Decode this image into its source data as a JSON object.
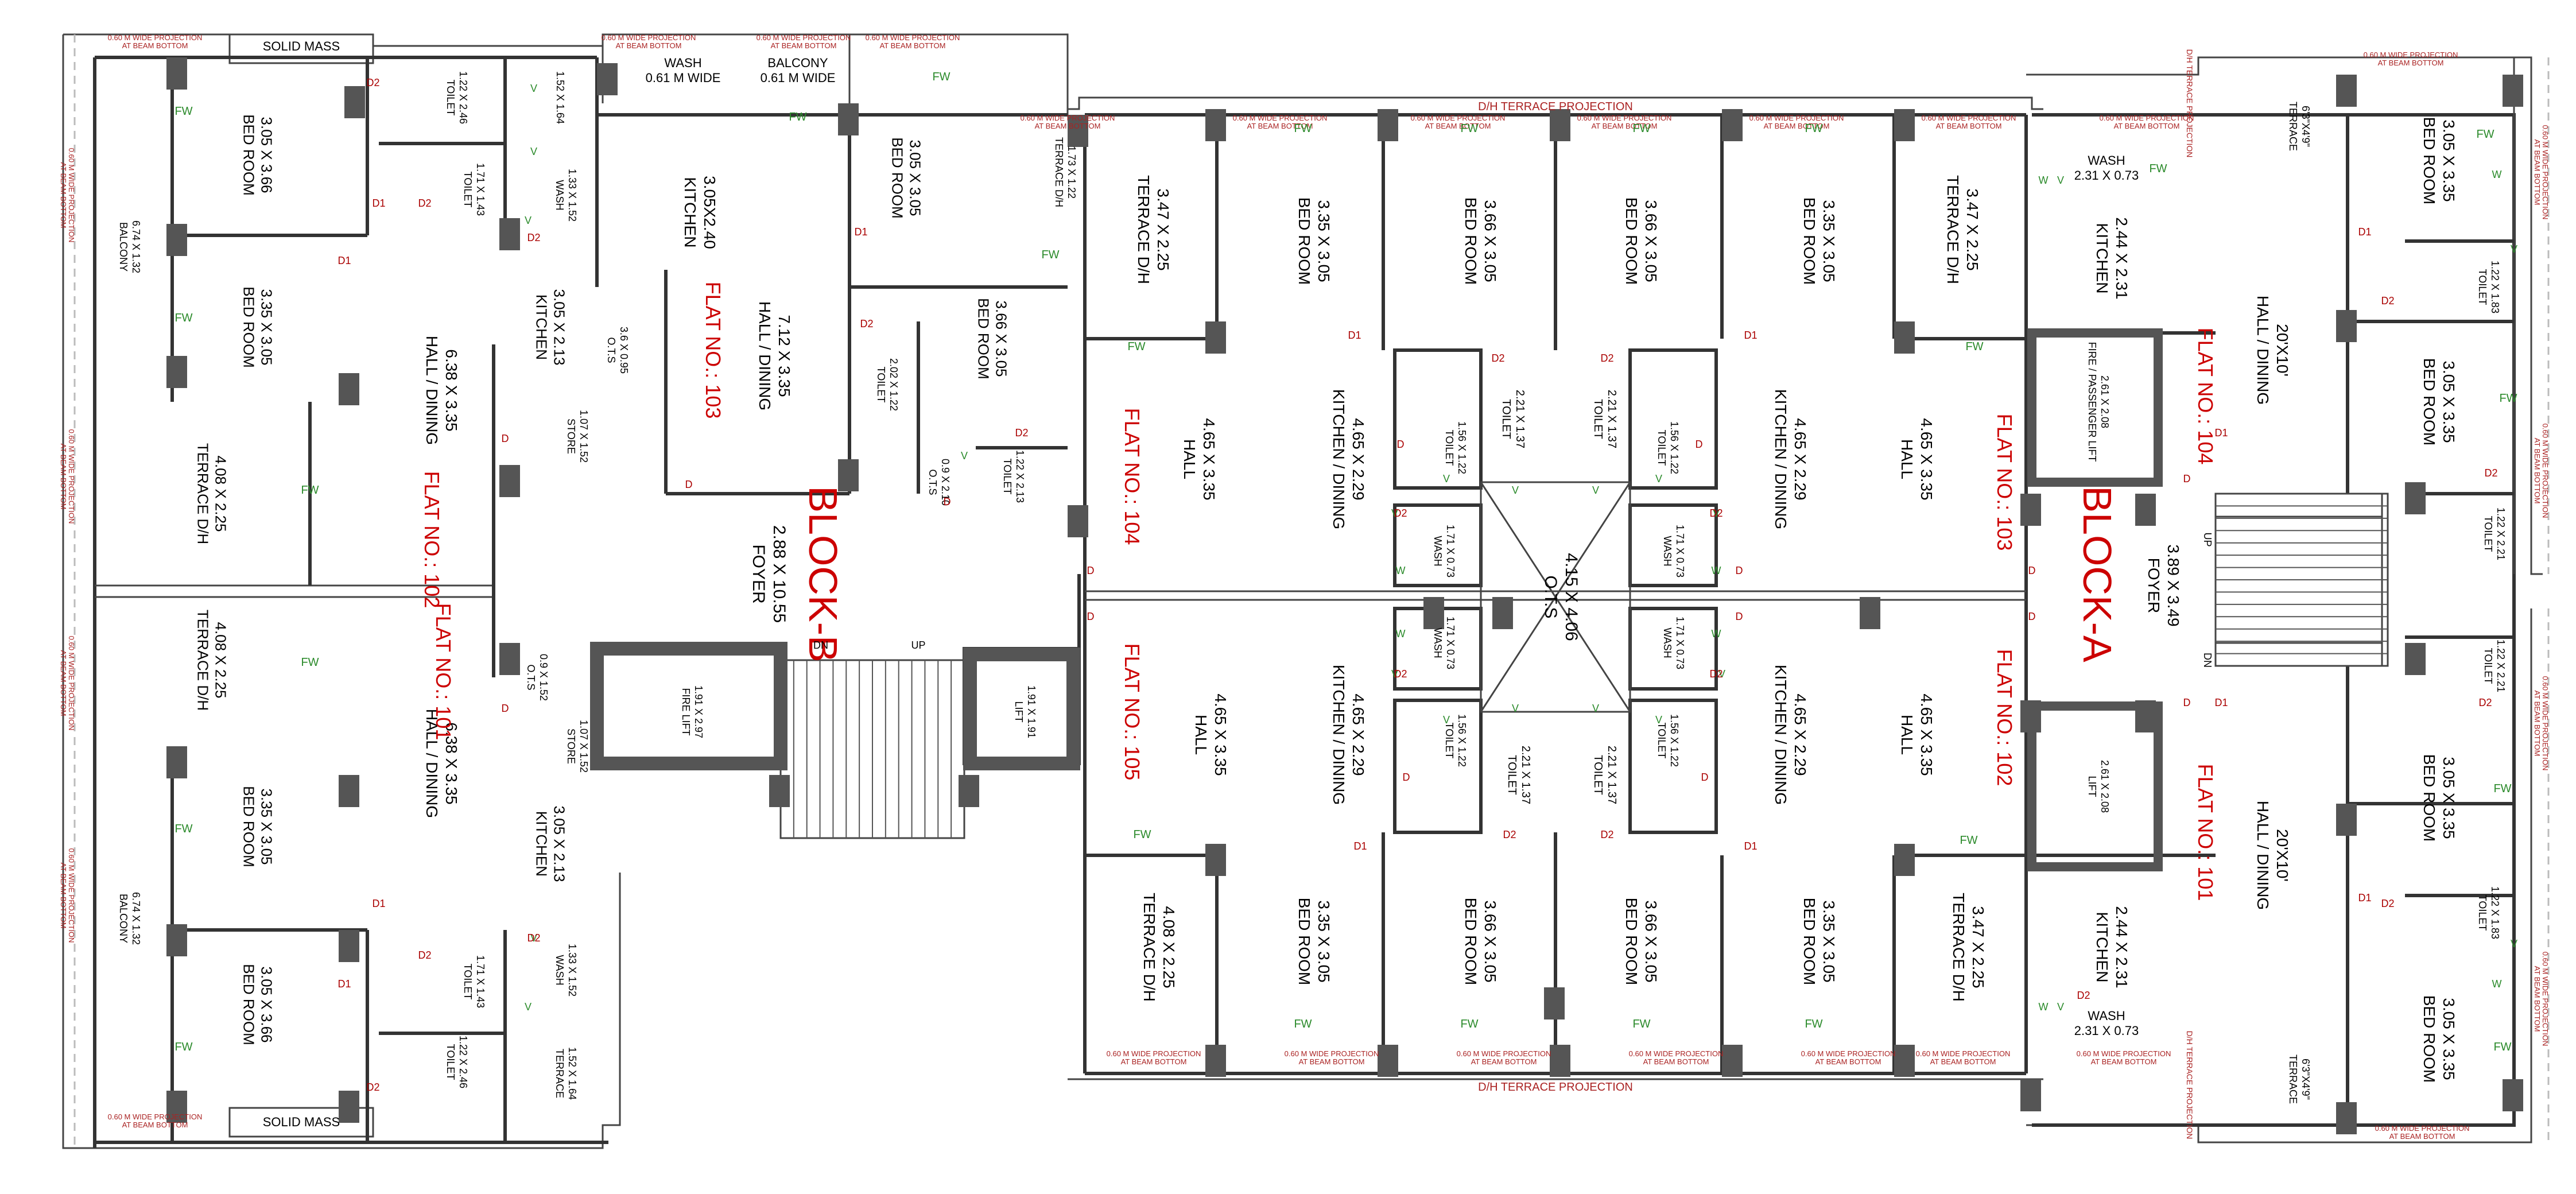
{
  "colors": {
    "wall": "#333333",
    "column": "#555555",
    "room_text": "#000000",
    "flat_text": "#cc0000",
    "fw_text": "#2a8a2a",
    "door_text": "#aa0000",
    "projection_text": "#aa2222",
    "background": "#ffffff"
  },
  "blocks": {
    "block_a": "BLOCK-A",
    "block_b": "BLOCK-B"
  },
  "flats": {
    "b101": "FLAT NO.: 101",
    "b102": "FLAT NO.: 102",
    "b103": "FLAT NO.: 103",
    "b104": "FLAT NO.: 104",
    "b105": "FLAT NO.: 105",
    "a101": "FLAT NO.: 101",
    "a102": "FLAT NO.: 102",
    "a103": "FLAT NO.: 103",
    "a104": "FLAT NO.: 104"
  },
  "rooms": {
    "bb_bed1_t": "BED ROOM",
    "bb_bed1_d": "3.05 X 3.66",
    "bb_bed2_t": "BED ROOM",
    "bb_bed2_d": "3.35 X 3.05",
    "bb_terr1_t": "TERRACE D/H",
    "bb_terr1_d": "4.08 X 2.25",
    "bb_terr2_t": "TERRACE D/H",
    "bb_terr2_d": "4.08 X 2.25",
    "bb_bed3_t": "BED ROOM",
    "bb_bed3_d": "3.35 X 3.05",
    "bb_bed4_t": "BED ROOM",
    "bb_bed4_d": "3.05 X 3.66",
    "bb_bal1_t": "BALCONY",
    "bb_bal1_d": "6.74 X 1.32",
    "bb_bal2_t": "BALCONY",
    "bb_bal2_d": "6.74 X 1.32",
    "bb_toilet1_t": "TOILET",
    "bb_toilet1_d": "1.22 X 2.46",
    "bb_toilet2_t": "TOILET",
    "bb_toilet2_d": "1.71 X 1.43",
    "bb_toilet3_t": "TOILET",
    "bb_toilet3_d": "1.71 X 1.43",
    "bb_toilet4_t": "TOILET",
    "bb_toilet4_d": "1.22 X 2.46",
    "bb_wash1_t": "WASH",
    "bb_wash1_d": "1.33 X 1.52",
    "bb_wash2_t": "WASH",
    "bb_wash2_d": "1.33 X 1.52",
    "bb_misc1_d": "1.52 X 1.64",
    "bb_terr_small_t": "TERRACE",
    "bb_terr_small_d": "1.52 X 1.64",
    "bb_hall1_t": "HALL / DINING",
    "bb_hall1_d": "6.38 X 3.35",
    "bb_hall2_t": "HALL / DINING",
    "bb_hall2_d": "6.38 X 3.35",
    "bb_kit1_t": "KITCHEN",
    "bb_kit1_d": "3.05 X 2.13",
    "bb_kit2_t": "KITCHEN",
    "bb_kit2_d": "3.05 X 2.13",
    "bb_store1_t": "STORE",
    "bb_store1_d": "1.07 X 1.52",
    "bb_store2_t": "STORE",
    "bb_store2_d": "1.07 X 1.52",
    "bb_ots1_t": "O.T.S",
    "bb_ots1_d": "0.9 X 1.52",
    "bb_ots2_t": "O.T.S",
    "bb_ots2_d": "3.6 X 0.95",
    "bb_wash_top_t": "WASH",
    "bb_wash_top_d": "0.61 M WIDE",
    "bb_balc_top_t": "BALCONY",
    "bb_balc_top_d": "0.61 M WIDE",
    "bb_kit3_t": "KITCHEN",
    "bb_kit3_d": "3.05X2.40",
    "bb_bed5_t": "BED ROOM",
    "bb_bed5_d": "3.05 X 3.05",
    "bb_hall3_t": "HALL / DINING",
    "bb_hall3_d": "7.12 X 3.35",
    "bb_bed6_t": "BED ROOM",
    "bb_bed6_d": "3.66 X 3.05",
    "bb_toilet5_t": "TOILET",
    "bb_toilet5_d": "2.02 X 1.22",
    "bb_toilet6_t": "TOILET",
    "bb_toilet6_d": "1.22 X 2.13",
    "bb_ots3_t": "O.T.S",
    "bb_ots3_d": "0.9 X 2.10",
    "bb_foyer_t": "FOYER",
    "bb_foyer_d": "2.88 X 10.55",
    "bb_firelift_t": "FIRE LIFT",
    "bb_firelift_d": "1.91 X 2.97",
    "bb_lift_t": "LIFT",
    "bb_lift_d": "1.91 X 1.91",
    "mid_terr1_t": "TERRACE D/H",
    "mid_terr1_d": "3.47 X 2.25",
    "mid_terr_small_t": "TERRACE D/H",
    "mid_terr_small_d": "1.73 X 1.22",
    "mid_bed1_t": "BED ROOM",
    "mid_bed1_d": "3.35 X 3.05",
    "mid_bed2_t": "BED ROOM",
    "mid_bed2_d": "3.66 X 3.05",
    "mid_bed3_t": "BED ROOM",
    "mid_bed3_d": "3.66 X 3.05",
    "mid_bed4_t": "BED ROOM",
    "mid_bed4_d": "3.35 X 3.05",
    "mid_terr2_t": "TERRACE D/H",
    "mid_terr2_d": "3.47 X 2.25",
    "mid_hall1_t": "HALL",
    "mid_hall1_d": "4.65 X 3.35",
    "mid_kit1_t": "KITCHEN / DINING",
    "mid_kit1_d": "4.65 X 2.29",
    "mid_toilet1_t": "TOILET",
    "mid_toilet1_d": "2.21 X 1.37",
    "mid_toilet2_t": "TOILET",
    "mid_toilet2_d": "2.21 X 1.37",
    "mid_toilet3_t": "TOILET",
    "mid_toilet3_d": "1.56 X 1.22",
    "mid_toilet4_t": "TOILET",
    "mid_toilet4_d": "1.56 X 1.22",
    "mid_wash1_t": "WASH",
    "mid_wash1_d": "1.71 X 0.73",
    "mid_wash2_t": "WASH",
    "mid_wash2_d": "1.71 X 0.73",
    "mid_kit2_t": "KITCHEN / DINING",
    "mid_kit2_d": "4.65 X 2.29",
    "mid_hall2_t": "HALL",
    "mid_hall2_d": "4.65 X 3.35",
    "mid_ots_t": "O.T.S",
    "mid_ots_d": "4.15 X 4.06",
    "mid_hall3_t": "HALL",
    "mid_hall3_d": "4.65 X 3.35",
    "mid_kit3_t": "KITCHEN / DINING",
    "mid_kit3_d": "4.65 X 2.29",
    "mid_wash3_t": "WASH",
    "mid_wash3_d": "1.71 X 0.73",
    "mid_wash4_t": "WASH",
    "mid_wash4_d": "1.71 X 0.73",
    "mid_toilet5_t": "TOILET",
    "mid_toilet5_d": "1.56 X 1.22",
    "mid_toilet6_t": "TOILET",
    "mid_toilet6_d": "1.56 X 1.22",
    "mid_toilet7_t": "TOILET",
    "mid_toilet7_d": "2.21 X 1.37",
    "mid_toilet8_t": "TOILET",
    "mid_toilet8_d": "2.21 X 1.37",
    "mid_kit4_t": "KITCHEN / DINING",
    "mid_kit4_d": "4.65 X 2.29",
    "mid_hall4_t": "HALL",
    "mid_hall4_d": "4.65 X 3.35",
    "mid_terr3_t": "TERRACE D/H",
    "mid_terr3_d": "4.08 X 2.25",
    "mid_bed5_t": "BED ROOM",
    "mid_bed5_d": "3.35 X 3.05",
    "mid_bed6_t": "BED ROOM",
    "mid_bed6_d": "3.66 X 3.05",
    "mid_bed7_t": "BED ROOM",
    "mid_bed7_d": "3.66 X 3.05",
    "mid_bed8_t": "BED ROOM",
    "mid_bed8_d": "3.35 X 3.05",
    "mid_terr4_t": "TERRACE D/H",
    "mid_terr4_d": "3.47 X 2.25",
    "ba_wash1_t": "WASH",
    "ba_wash1_d": "2.31 X 0.73",
    "ba_kit1_t": "KITCHEN",
    "ba_kit1_d": "2.44 X 2.31",
    "ba_firelift_t": "FIRE / PASSENGER LIFT",
    "ba_firelift_d": "2.61 X 2.08",
    "ba_foyer_t": "FOYER",
    "ba_foyer_d": "3.89 X 3.49",
    "ba_lift_t": "LIFT",
    "ba_lift_d": "2.61 X 2.08",
    "ba_kit2_t": "KITCHEN",
    "ba_kit2_d": "2.44 X 2.31",
    "ba_wash2_t": "WASH",
    "ba_wash2_d": "2.31 X 0.73",
    "ba_terr1_t": "TERRACE",
    "ba_terr1_d": "6'3\"X4'9\"",
    "ba_bed1_t": "BED ROOM",
    "ba_bed1_d": "3.05 X 3.35",
    "ba_hall1_t": "HALL / DINING",
    "ba_hall1_d": "20'X10'",
    "ba_bed2_t": "BED ROOM",
    "ba_bed2_d": "3.05 X 3.35",
    "ba_toilet1_t": "TOILET",
    "ba_toilet1_d": "1.22 X 1.83",
    "ba_toilet2_t": "TOILET",
    "ba_toilet2_d": "1.22 X 2.21",
    "ba_toilet3_t": "TOILET",
    "ba_toilet3_d": "1.22 X 2.21",
    "ba_bed3_t": "BED ROOM",
    "ba_bed3_d": "3.05 X 3.35",
    "ba_hall2_t": "HALL / DINING",
    "ba_hall2_d": "20'X10'",
    "ba_toilet4_t": "TOILET",
    "ba_toilet4_d": "1.22 X 1.83",
    "ba_bed4_t": "BED ROOM",
    "ba_bed4_d": "3.05 X 3.35",
    "ba_terr2_t": "TERRACE",
    "ba_terr2_d": "6'3\"X4'9\""
  },
  "labels": {
    "solid_mass": "SOLID MASS",
    "dh_terrace_projection": "D/H TERRACE PROJECTION",
    "dh_terrace_projection_short": "D/H TERRACE PROJECTION",
    "proj_line1": "0.60 M WIDE PROJECTION",
    "proj_line2": "AT BEAM BOTTOM",
    "fw": "FW",
    "v": "V",
    "w": "W",
    "d": "D",
    "d1": "D1",
    "d2": "D2",
    "up": "UP",
    "dn": "DN"
  }
}
